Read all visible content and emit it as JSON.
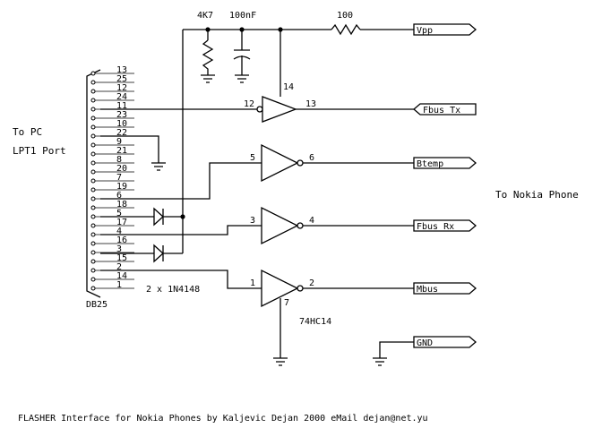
{
  "labels": {
    "r1": "4K7",
    "cap": "100nF",
    "r2": "100",
    "to_pc": "To PC",
    "lpt": "LPT1 Port",
    "db25": "DB25",
    "diodes": "2 x 1N4148",
    "chip": "74HC14",
    "to_phone": "To Nokia Phone",
    "footer": "FLASHER Interface for Nokia Phones by Kaljevic Dejan 2000  eMail dejan@net.yu"
  },
  "ports": {
    "vpp": "Vpp",
    "fbus_tx": "Fbus Tx",
    "btemp": "Btemp",
    "fbus_rx": "Fbus Rx",
    "mbus": "Mbus",
    "gnd": "GND"
  },
  "db25_pins": [
    "13",
    "25",
    "12",
    "24",
    "11",
    "23",
    "10",
    "22",
    "9",
    "21",
    "8",
    "20",
    "7",
    "19",
    "6",
    "18",
    "5",
    "17",
    "4",
    "16",
    "3",
    "15",
    "2",
    "14",
    "1"
  ],
  "gates": [
    {
      "id": "g12",
      "in_pin": "12",
      "out_pin": "13"
    },
    {
      "id": "g5",
      "in_pin": "5",
      "out_pin": "6"
    },
    {
      "id": "g3",
      "in_pin": "3",
      "out_pin": "4"
    },
    {
      "id": "g1",
      "in_pin": "1",
      "out_pin": "2"
    }
  ],
  "supply_pins": {
    "vcc": "14",
    "gnd": "7"
  }
}
